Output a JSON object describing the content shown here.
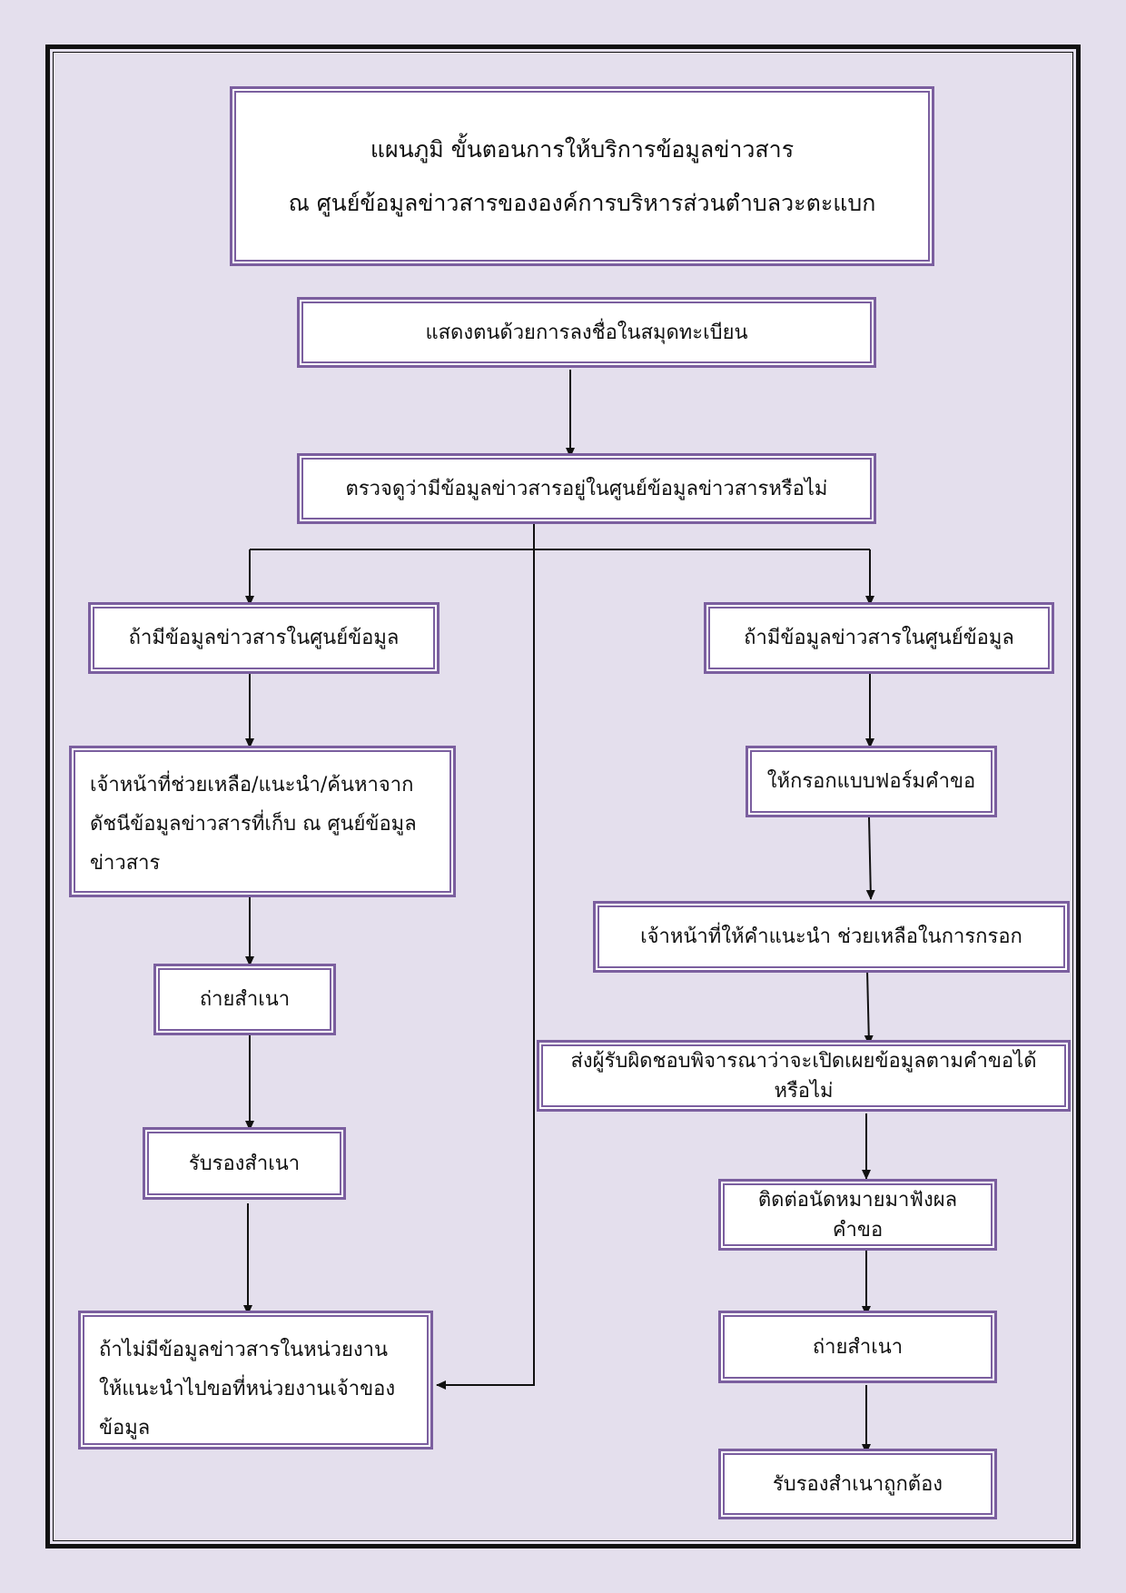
{
  "title": {
    "line1": "แผนภูมิ ขั้นตอนการให้บริการข้อมูลข่าวสาร",
    "line2": "ณ ศูนย์ข้อมูลข่าวสารขององค์การบริหารส่วนตำบลวะตะแบก"
  },
  "steps": {
    "register": "แสดงตนด้วยการลงชื่อในสมุดทะเบียน",
    "check": "ตรวจดูว่ามีข้อมูลข่าวสารอยู่ในศูนย์ข้อมูลข่าวสารหรือไม่",
    "left_has_info": "ถ้ามีข้อมูลข่าวสารในศูนย์ข้อมูล",
    "left_staff_help": "เจ้าหน้าที่ช่วยเหลือ/แนะนำ/ค้นหาจากดัชนีข้อมูลข่าวสารที่เก็บ ณ ศูนย์ข้อมูลข่าวสาร",
    "left_copy": "ถ่ายสำเนา",
    "left_certify": "รับรองสำเนา",
    "no_info": "ถ้าไม่มีข้อมูลข่าวสารในหน่วยงาน ให้แนะนำไปขอที่หน่วยงานเจ้าของข้อมูล",
    "right_has_info": "ถ้ามีข้อมูลข่าวสารในศูนย์ข้อมูล",
    "right_fill_form": "ให้กรอกแบบฟอร์มคำขอ",
    "right_staff_advise": "เจ้าหน้าที่ให้คำแนะนำ ช่วยเหลือในการกรอก",
    "right_send_review": "ส่งผู้รับผิดชอบพิจารณาว่าจะเปิดเผยข้อมูลตามคำขอได้หรือไม่",
    "right_appointment": "ติดต่อนัดหมายมาฟังผลคำขอ",
    "right_copy": "ถ่ายสำเนา",
    "right_certify_correct": "รับรองสำเนาถูกต้อง"
  },
  "colors": {
    "page_background": "#e4dfed",
    "box_border": "#7b5f9f",
    "box_fill": "#ffffff",
    "line": "#111111"
  }
}
